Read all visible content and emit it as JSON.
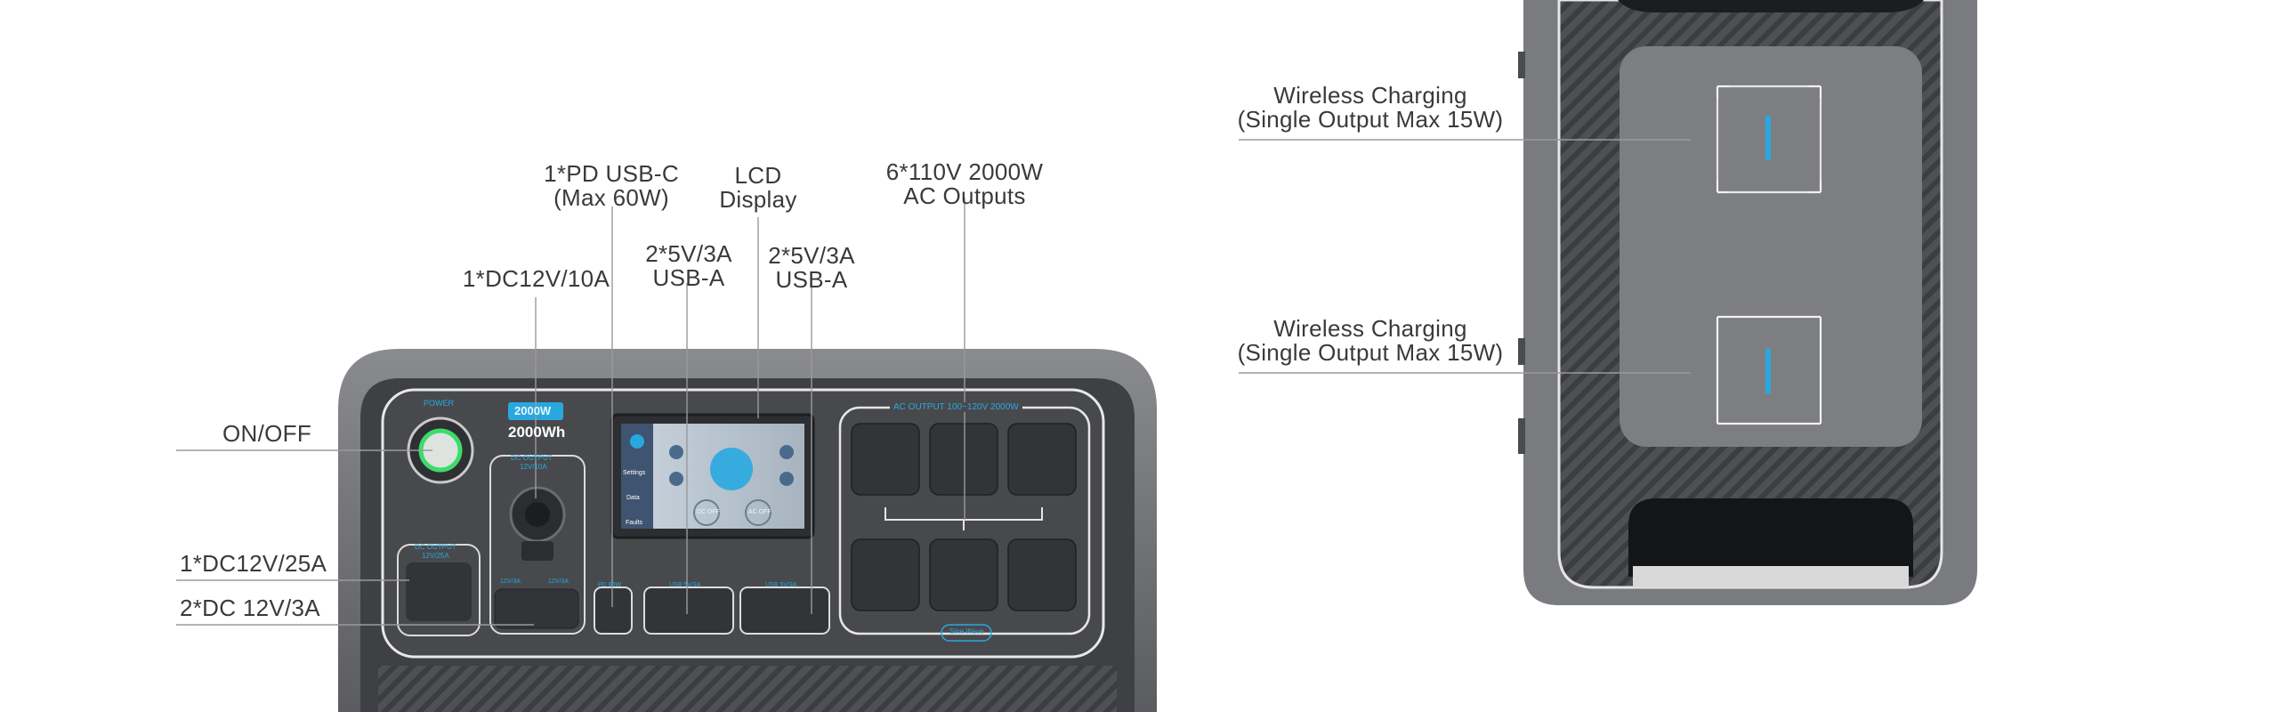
{
  "front_panel": {
    "power_label": "POWER",
    "ac_badge": "2000W",
    "capacity": "2000Wh",
    "dc_output_cig_label": "DC OUTPUT",
    "dc_output_cig_rating": "12V/10A",
    "dc_output_25a_label": "DC OUTPUT",
    "dc_output_25a_rating": "12V/25A",
    "dc_small_left": "12V/3A",
    "dc_small_right": "12V/3A",
    "usbc_label": "PD 60W",
    "usba_left_label": "USB 5V/3A",
    "usba_right_label": "USB 5V/3A",
    "ac_output_header": "AC OUTPUT 100~120V 2000W",
    "sine_wave_label": "Sine Wave",
    "lcd": {
      "menu": [
        "Settings",
        "Data",
        "Faults"
      ],
      "dc_off": "DC OFF",
      "ac_off": "AC OFF"
    }
  },
  "callouts": {
    "on_off": "ON/OFF",
    "dc_25a": "1*DC12V/25A",
    "dc_3a": "2*DC 12V/3A",
    "dc_10a": "1*DC12V/10A",
    "usbc_1": "1*PD USB-C",
    "usbc_2": "(Max 60W)",
    "lcd_1": "LCD",
    "lcd_2": "Display",
    "usba_left_1": "2*5V/3A",
    "usba_left_2": "USB-A",
    "usba_right_1": "2*5V/3A",
    "usba_right_2": "USB-A",
    "ac_1": "6*110V 2000W",
    "ac_2": "AC Outputs",
    "wireless_top_1": "Wireless Charging",
    "wireless_top_2": "(Single Output Max 15W)",
    "wireless_bottom_1": "Wireless Charging",
    "wireless_bottom_2": "(Single Output Max 15W)"
  },
  "colors": {
    "body_dark": "#5e5f62",
    "body_mid": "#7c7d80",
    "panel": "#4a4b4e",
    "accent": "#29a8e0",
    "power_ring": "#3ddc6a",
    "leader": "#9a9a9a"
  }
}
